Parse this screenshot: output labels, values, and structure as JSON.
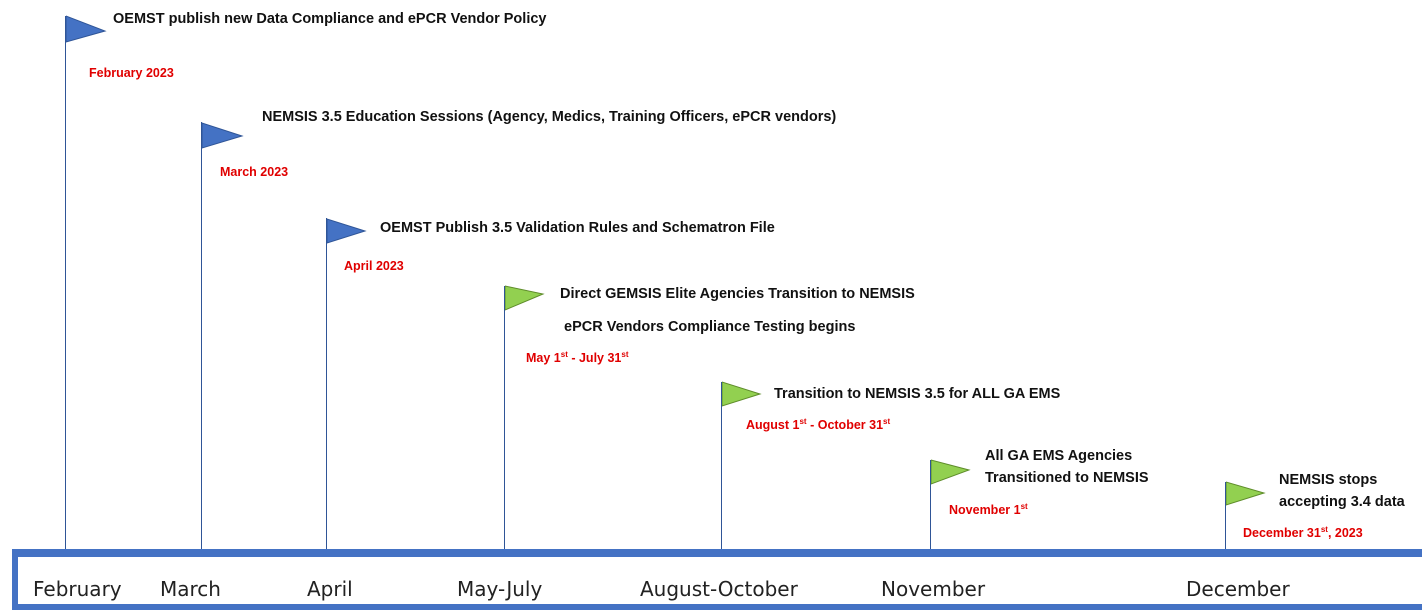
{
  "milestones": [
    {
      "title": "OEMST publish new Data Compliance and ePCR Vendor Policy",
      "date": "February 2023",
      "flag_color": "#4472c4"
    },
    {
      "title": "NEMSIS 3.5 Education Sessions (Agency, Medics, Training Officers, ePCR vendors)",
      "date": "March 2023",
      "flag_color": "#4472c4"
    },
    {
      "title": "OEMST Publish 3.5 Validation Rules and Schematron File",
      "date": "April 2023",
      "flag_color": "#4472c4"
    },
    {
      "title": "Direct GEMSIS Elite Agencies Transition to NEMSIS",
      "title2": "ePCR Vendors Compliance Testing begins",
      "date_parts": [
        "May 1",
        "st",
        " - July 31",
        "st"
      ],
      "flag_color": "#92d050"
    },
    {
      "title": "Transition to NEMSIS 3.5 for ALL GA EMS",
      "date_parts": [
        "August 1",
        "st",
        " - October 31",
        "st"
      ],
      "flag_color": "#92d050"
    },
    {
      "title_lines": [
        "All GA EMS Agencies",
        "Transitioned to NEMSIS"
      ],
      "date_parts": [
        "November 1",
        "st"
      ],
      "flag_color": "#92d050"
    },
    {
      "title_lines": [
        "NEMSIS stops",
        "accepting 3.4 data"
      ],
      "date_parts": [
        "December 31",
        "st",
        ", 2023"
      ],
      "flag_color": "#92d050"
    }
  ],
  "timeline": {
    "months": [
      "February",
      "March",
      "April",
      "May-July",
      "August-October",
      "November",
      "December"
    ],
    "bar_color": "#4472c4"
  }
}
